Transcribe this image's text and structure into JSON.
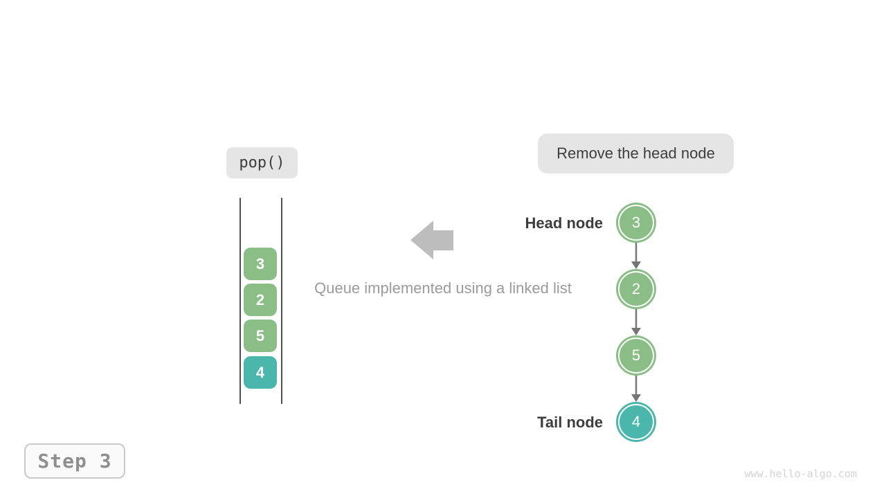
{
  "colors": {
    "node-green": "#8bbd87",
    "node-teal": "#4bb6ac",
    "big-arrow": "#bdbdbd",
    "connector": "#757575",
    "label-bg": "#e5e5e5",
    "text-dark": "#3d3d3d",
    "text-muted": "#9b9b9b",
    "step-text": "#8f8f8f",
    "step-border": "#c9c9c9",
    "stack-line": "#4f4f4f",
    "watermark": "#d4d4d4"
  },
  "operation": {
    "label": "pop()"
  },
  "annotation": {
    "label": "Remove the head node"
  },
  "caption": "Queue implemented using a linked list",
  "stack": {
    "items": [
      {
        "value": "3",
        "color": "#8bbd87"
      },
      {
        "value": "2",
        "color": "#8bbd87"
      },
      {
        "value": "5",
        "color": "#8bbd87"
      },
      {
        "value": "4",
        "color": "#4bb6ac"
      }
    ]
  },
  "linked_list": {
    "head_label": "Head node",
    "tail_label": "Tail node",
    "nodes": [
      {
        "value": "3",
        "color": "#8bbd87"
      },
      {
        "value": "2",
        "color": "#8bbd87"
      },
      {
        "value": "5",
        "color": "#8bbd87"
      },
      {
        "value": "4",
        "color": "#4bb6ac"
      }
    ]
  },
  "footer": {
    "step": "Step 3",
    "watermark": "www.hello-algo.com"
  }
}
